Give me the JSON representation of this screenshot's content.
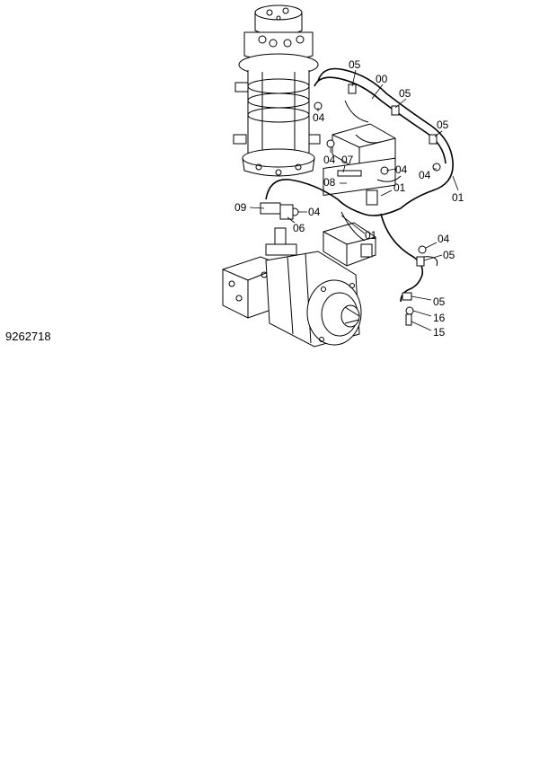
{
  "drawing_number": "9262718",
  "callouts": [
    {
      "id": "c00",
      "label": "00"
    },
    {
      "id": "c05a",
      "label": "05"
    },
    {
      "id": "c05b",
      "label": "05"
    },
    {
      "id": "c05c",
      "label": "05"
    },
    {
      "id": "c04a",
      "label": "04"
    },
    {
      "id": "c04b",
      "label": "04"
    },
    {
      "id": "c04c",
      "label": "04"
    },
    {
      "id": "c04d",
      "label": "04"
    },
    {
      "id": "c07",
      "label": "07"
    },
    {
      "id": "c08",
      "label": "08"
    },
    {
      "id": "c01a",
      "label": "01"
    },
    {
      "id": "c01b",
      "label": "01"
    },
    {
      "id": "c01c",
      "label": "01"
    },
    {
      "id": "c09",
      "label": "09"
    },
    {
      "id": "c04e",
      "label": "04"
    },
    {
      "id": "c06",
      "label": "06"
    },
    {
      "id": "c04f",
      "label": "04"
    },
    {
      "id": "c05d",
      "label": "05"
    },
    {
      "id": "c05e",
      "label": "05"
    },
    {
      "id": "c16",
      "label": "16"
    },
    {
      "id": "c15",
      "label": "15"
    }
  ]
}
